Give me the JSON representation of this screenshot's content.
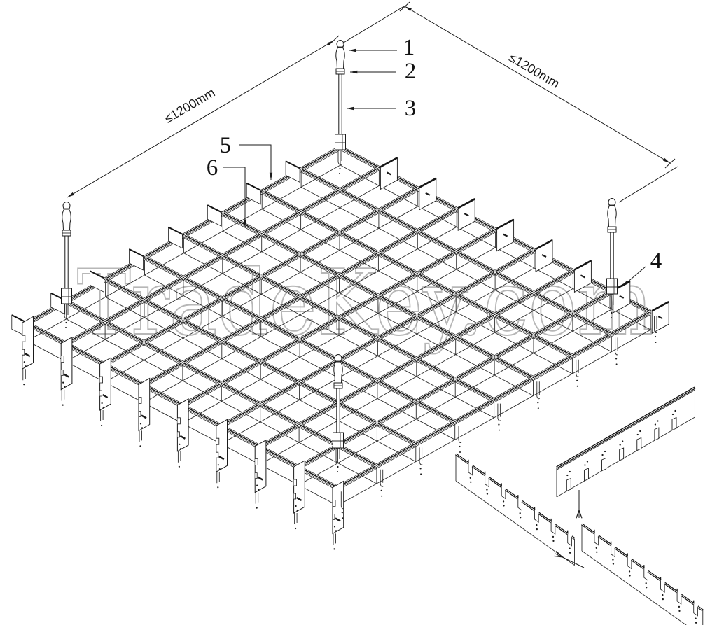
{
  "watermark": "TradeKey.com",
  "dimensions": {
    "left": "≤1200mm",
    "right": "≤1200mm"
  },
  "callouts": [
    {
      "label": "1"
    },
    {
      "label": "2"
    },
    {
      "label": "3"
    },
    {
      "label": "4"
    },
    {
      "label": "5"
    },
    {
      "label": "6"
    }
  ]
}
